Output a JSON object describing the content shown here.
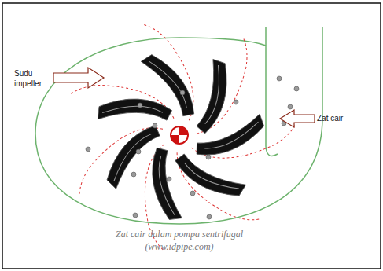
{
  "diagram": {
    "caption": "Zat cair dalam pompa sentrifugal (www.idpipe.com)",
    "labels": [
      "Sudu impeller",
      "Zat cair"
    ]
  }
}
